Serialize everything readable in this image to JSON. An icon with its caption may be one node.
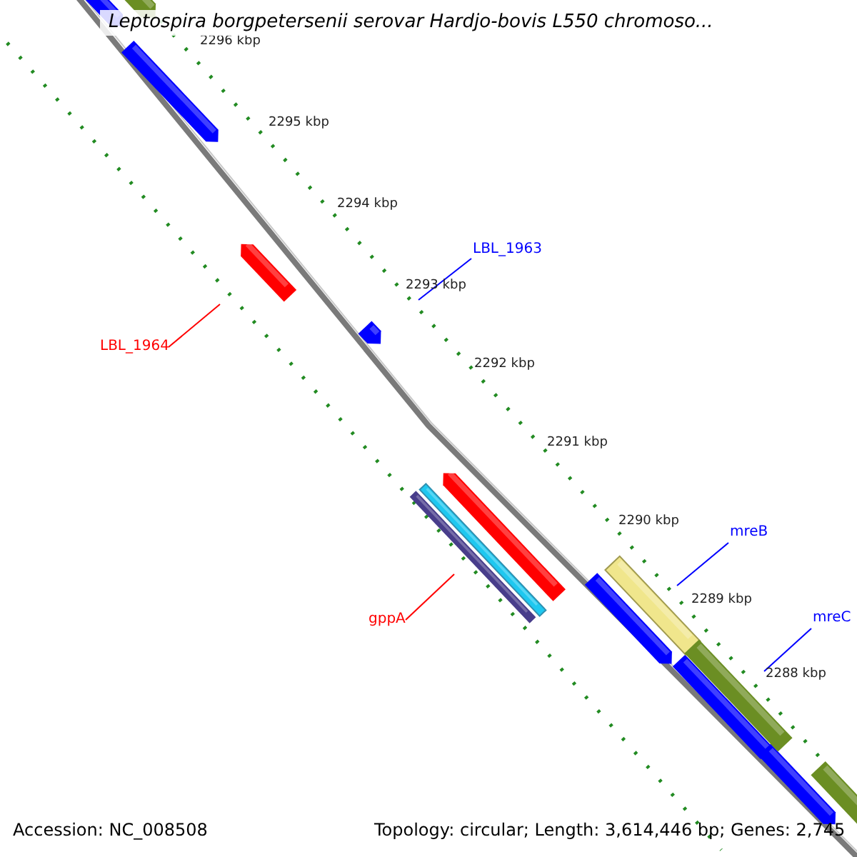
{
  "diagram": {
    "title": "Leptospira borgpetersenii serovar Hardjo-bovis L550 chromoso...",
    "nodes": [
      {
        "text": [
          "LBL_1963"
        ]
      },
      {
        "text": [],
        "shape": "pentagon"
      },
      {
        "text": [
          "LBL_1964"
        ]
      },
      {
        "text": [],
        "shape": "bar"
      },
      {
        "text": [
          "gppA"
        ]
      },
      {
        "text": [],
        "shape": "bar"
      },
      {
        "text": [
          "mreB"
        ]
      },
      {
        "text": [],
        "shape": "bar"
      },
      {
        "text": [
          "mreC"
        ]
      },
      {
        "text": [],
        "shape": "bar"
      }
    ],
    "edges": [
      {
        "from": 0,
        "to": 1,
        "arrow": "none",
        "color": "#0000ff"
      },
      {
        "from": 2,
        "to": 3,
        "arrow": "none",
        "color": "#ff0000"
      },
      {
        "from": 4,
        "to": 5,
        "arrow": "none",
        "color": "#ff0000"
      },
      {
        "from": 6,
        "to": 7,
        "arrow": "none",
        "color": "#0000ff"
      },
      {
        "from": 8,
        "to": 9,
        "arrow": "none",
        "color": "#0000ff"
      }
    ],
    "labels": [
      "2296 kbp",
      "2295 kbp",
      "2294 kbp",
      "2293 kbp",
      "2292 kbp",
      "2291 kbp",
      "2290 kbp",
      "2289 kbp",
      "2288 kbp",
      "Accession: NC_008508",
      "Topology: circular; Length: 3,614,446 bp; Genes: 2,745"
    ]
  }
}
